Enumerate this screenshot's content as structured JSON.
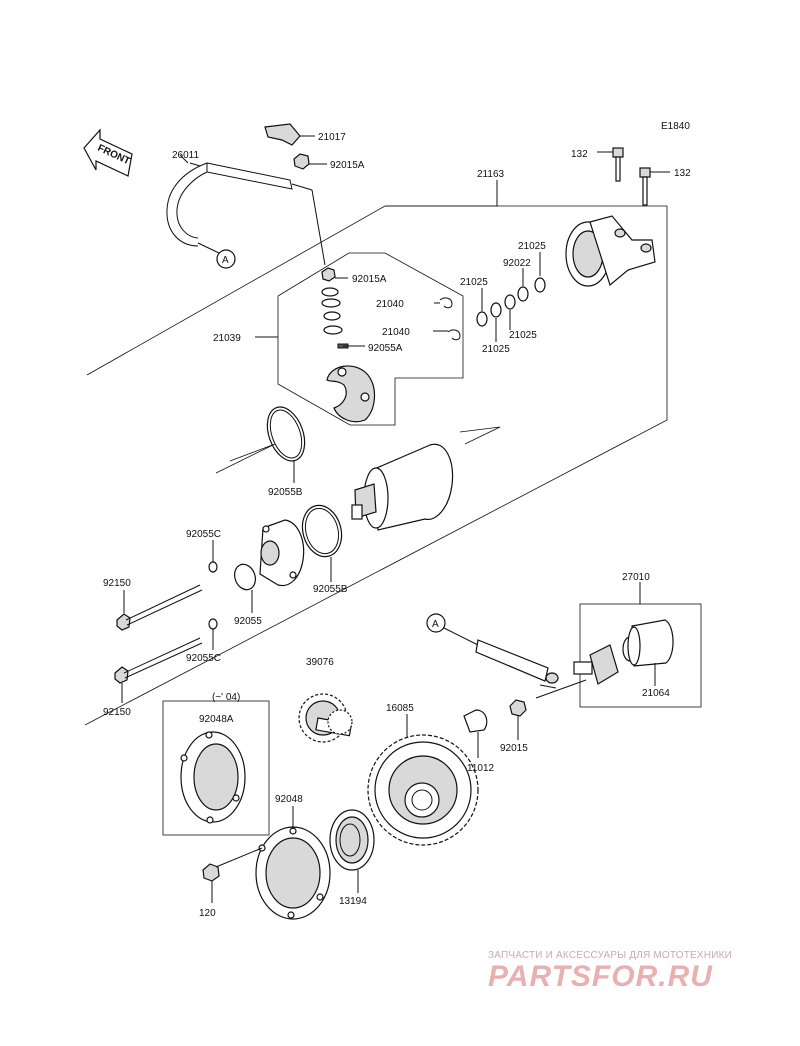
{
  "diagram_code": "E1840",
  "front_label": "FRONT",
  "connector_marker": "A",
  "callouts": {
    "c21017": "21017",
    "c26011": "26011",
    "c92015A_top": "92015A",
    "c21163": "21163",
    "c132_left": "132",
    "c132_right": "132",
    "c21025_a": "21025",
    "c92022": "92022",
    "c21025_b": "21025",
    "c21025_c": "21025",
    "c21025_d": "21025",
    "c92015A_mid": "92015A",
    "c21040_a": "21040",
    "c21040_b": "21040",
    "c21039": "21039",
    "c92055A": "92055A",
    "c92055B_left": "92055B",
    "c92055C_top": "92055C",
    "c92055B_right": "92055B",
    "c92150_top": "92150",
    "c92055": "92055",
    "c92055C_bottom": "92055C",
    "c39076": "39076",
    "c92150_bottom": "92150",
    "c27010": "27010",
    "c21064": "21064",
    "c92015": "92015",
    "c11012": "11012",
    "c16085": "16085",
    "c04_note": "(~' 04)",
    "c92048A": "92048A",
    "c92048": "92048",
    "c13194": "13194",
    "c120": "120"
  },
  "watermark": {
    "caption": "ЗАПЧАСТИ И АКСЕССУАРЫ ДЛЯ МОТОТЕХНИКИ",
    "logo": "PARTSFOR.RU",
    "color": "#e8b0b0"
  }
}
